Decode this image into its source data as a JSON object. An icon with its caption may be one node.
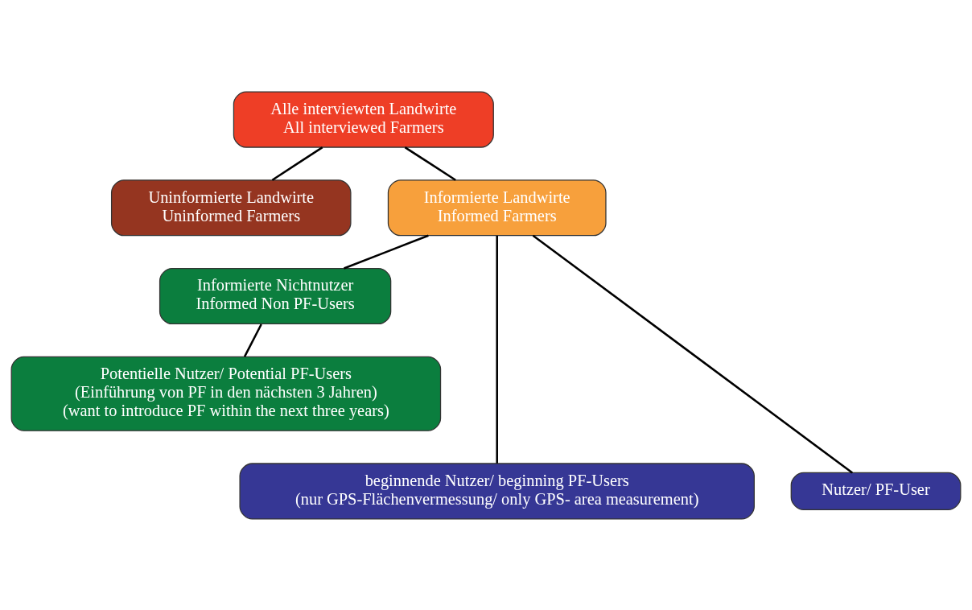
{
  "diagram": {
    "nodes": [
      {
        "text": [
          "Alle interviewten Landwirte",
          "All interviewed Farmers"
        ]
      },
      {
        "text": [
          "Uninformierte Landwirte",
          "Uninformed Farmers"
        ]
      },
      {
        "text": [
          "Informierte Landwirte",
          "Informed Farmers"
        ]
      },
      {
        "text": [
          "Informierte Nichtnutzer",
          "Informed Non PF-Users"
        ]
      },
      {
        "text": [
          "Potentielle Nutzer/ Potential PF-Users",
          "(Einführung von PF in den nächsten 3 Jahren)",
          "(want to introduce PF within the next three years)"
        ]
      },
      {
        "text": [
          "beginnende Nutzer/ beginning PF-Users",
          "(nur GPS-Flächenvermessung/ only GPS- area measurement)"
        ]
      },
      {
        "text": [
          "Nutzer/ PF-User"
        ]
      }
    ],
    "edges": [
      {
        "from": 0,
        "to": 1,
        "arrow": "none"
      },
      {
        "from": 0,
        "to": 2,
        "arrow": "none"
      },
      {
        "from": 2,
        "to": 3,
        "arrow": "none"
      },
      {
        "from": 3,
        "to": 4,
        "arrow": "none"
      },
      {
        "from": 2,
        "to": 5,
        "arrow": "none"
      },
      {
        "from": 2,
        "to": 6,
        "arrow": "none"
      }
    ]
  }
}
